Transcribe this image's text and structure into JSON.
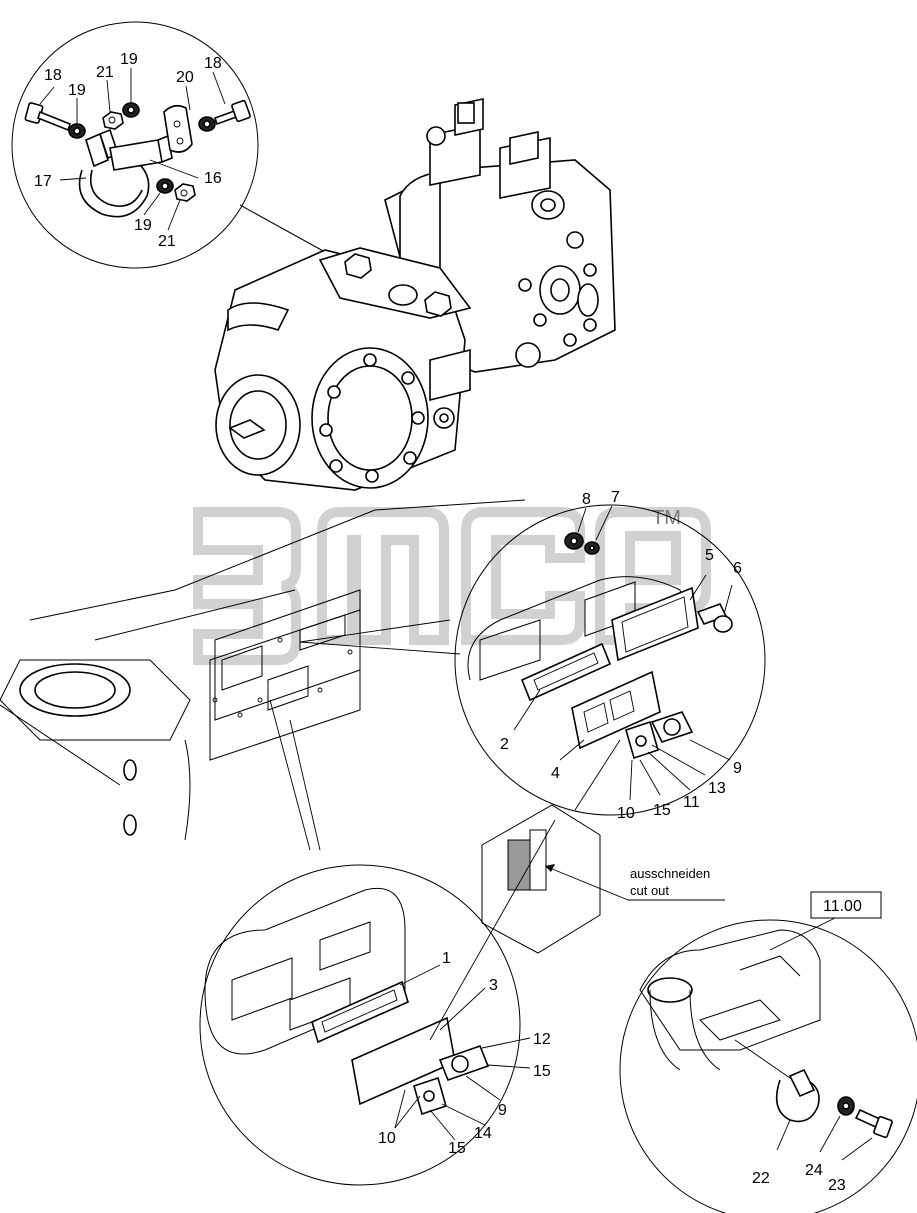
{
  "diagram": {
    "callouts": {
      "c1": "1",
      "c2": "2",
      "c3": "3",
      "c4": "4",
      "c5": "5",
      "c6": "6",
      "c7": "7",
      "c8": "8",
      "c9a": "9",
      "c9b": "9",
      "c10a": "10",
      "c10b": "10",
      "c11": "11",
      "c12": "12",
      "c13": "13",
      "c14": "14",
      "c15a": "15",
      "c15b": "15",
      "c15c": "15",
      "c16": "16",
      "c17": "17",
      "c18a": "18",
      "c18b": "18",
      "c19a": "19",
      "c19b": "19",
      "c19c": "19",
      "c20": "20",
      "c21a": "21",
      "c21b": "21",
      "c22": "22",
      "c23": "23",
      "c24": "24"
    },
    "cutout_note": {
      "line1": "ausschneiden",
      "line2": "cut out"
    },
    "reference_box": "11.00",
    "watermark_tm": "TM"
  }
}
